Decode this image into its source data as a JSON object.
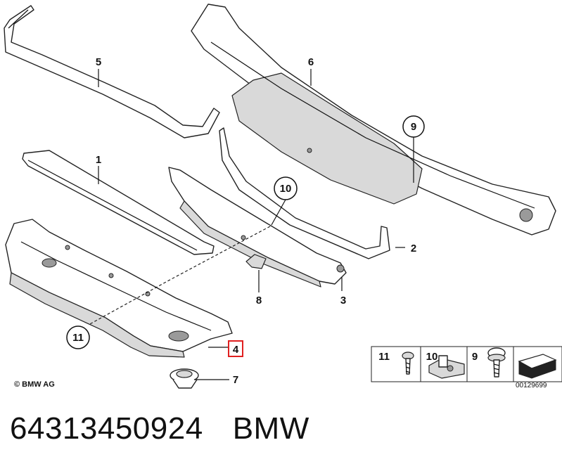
{
  "diagram": {
    "callouts": [
      {
        "id": "c1",
        "text": "1"
      },
      {
        "id": "c2",
        "text": "2"
      },
      {
        "id": "c3",
        "text": "3"
      },
      {
        "id": "c4",
        "text": "4"
      },
      {
        "id": "c5",
        "text": "5"
      },
      {
        "id": "c6",
        "text": "6"
      },
      {
        "id": "c7",
        "text": "7"
      },
      {
        "id": "c8",
        "text": "8"
      },
      {
        "id": "c9",
        "text": "9"
      },
      {
        "id": "c10",
        "text": "10"
      },
      {
        "id": "c11",
        "text": "11"
      }
    ],
    "legend": {
      "items": [
        "11",
        "10",
        "9"
      ]
    },
    "highlight_color": "#e02020"
  },
  "copyright": "© BMW AG",
  "diagram_ref": "00129699",
  "footer": {
    "part_number": "64313450924",
    "brand": "BMW"
  }
}
